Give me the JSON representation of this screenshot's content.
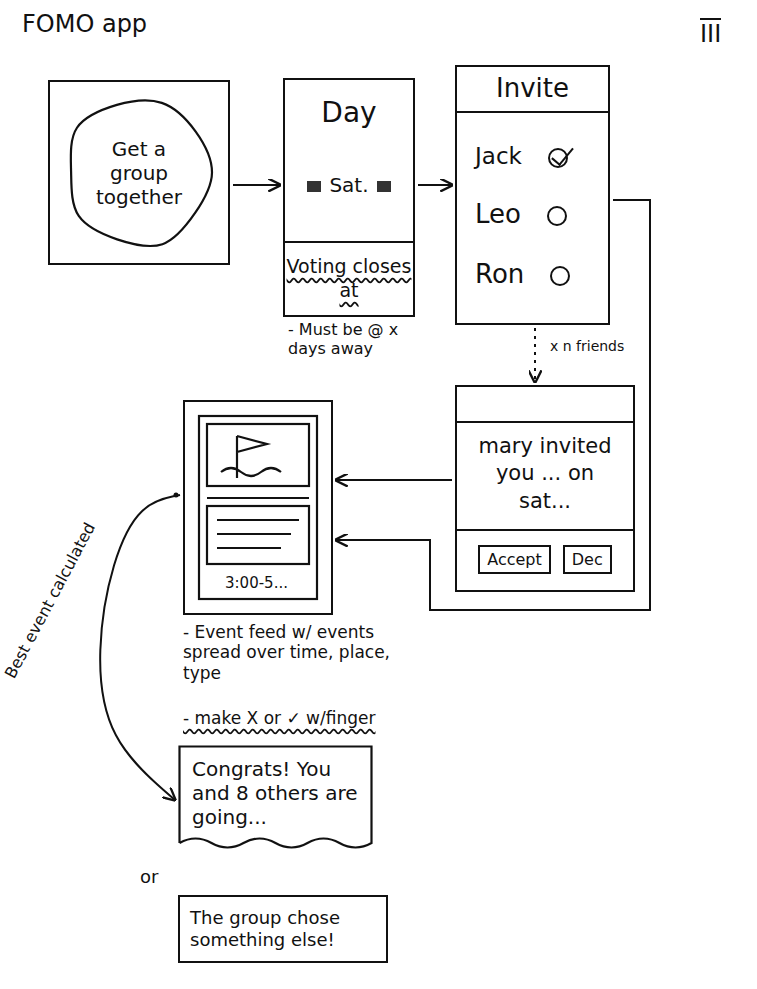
{
  "diagram": {
    "title": "FOMO app",
    "nodes": [
      {
        "text": [
          "Get a group together"
        ]
      },
      {
        "text": [
          "Day",
          "Sat.",
          "Voting closes at"
        ]
      },
      {
        "text": [
          "Invite",
          "Jack",
          "Leo",
          "Ron"
        ]
      },
      {
        "text": [
          "mary invited you ... on sat..."
        ]
      },
      {
        "text": [
          "Accept"
        ],
        "in": 3
      },
      {
        "text": [
          "Dec"
        ],
        "in": 3
      },
      {
        "text": [
          "3:00-5..."
        ]
      },
      {
        "text": [
          "Congrats! You and 8 others are going..."
        ]
      },
      {
        "text": [
          "The group chose something else!"
        ]
      }
    ],
    "edges": [
      {
        "from": 0,
        "to": 1,
        "arrow": "to"
      },
      {
        "from": 1,
        "to": 2,
        "arrow": "to"
      },
      {
        "from": 2,
        "to": 3,
        "label": "x n friends",
        "arrow": "to"
      },
      {
        "from": 3,
        "to": 6,
        "arrow": "to"
      },
      {
        "from": 2,
        "to": 6,
        "arrow": "to"
      },
      {
        "from": 6,
        "to": 7,
        "label": "Best event calculated",
        "arrow": "to"
      }
    ],
    "labels": [
      "III",
      "- Must be @ x days away",
      "- Event feed w/ events spread over time, place, type",
      "- make X or ✓ w/finger",
      "or"
    ]
  }
}
